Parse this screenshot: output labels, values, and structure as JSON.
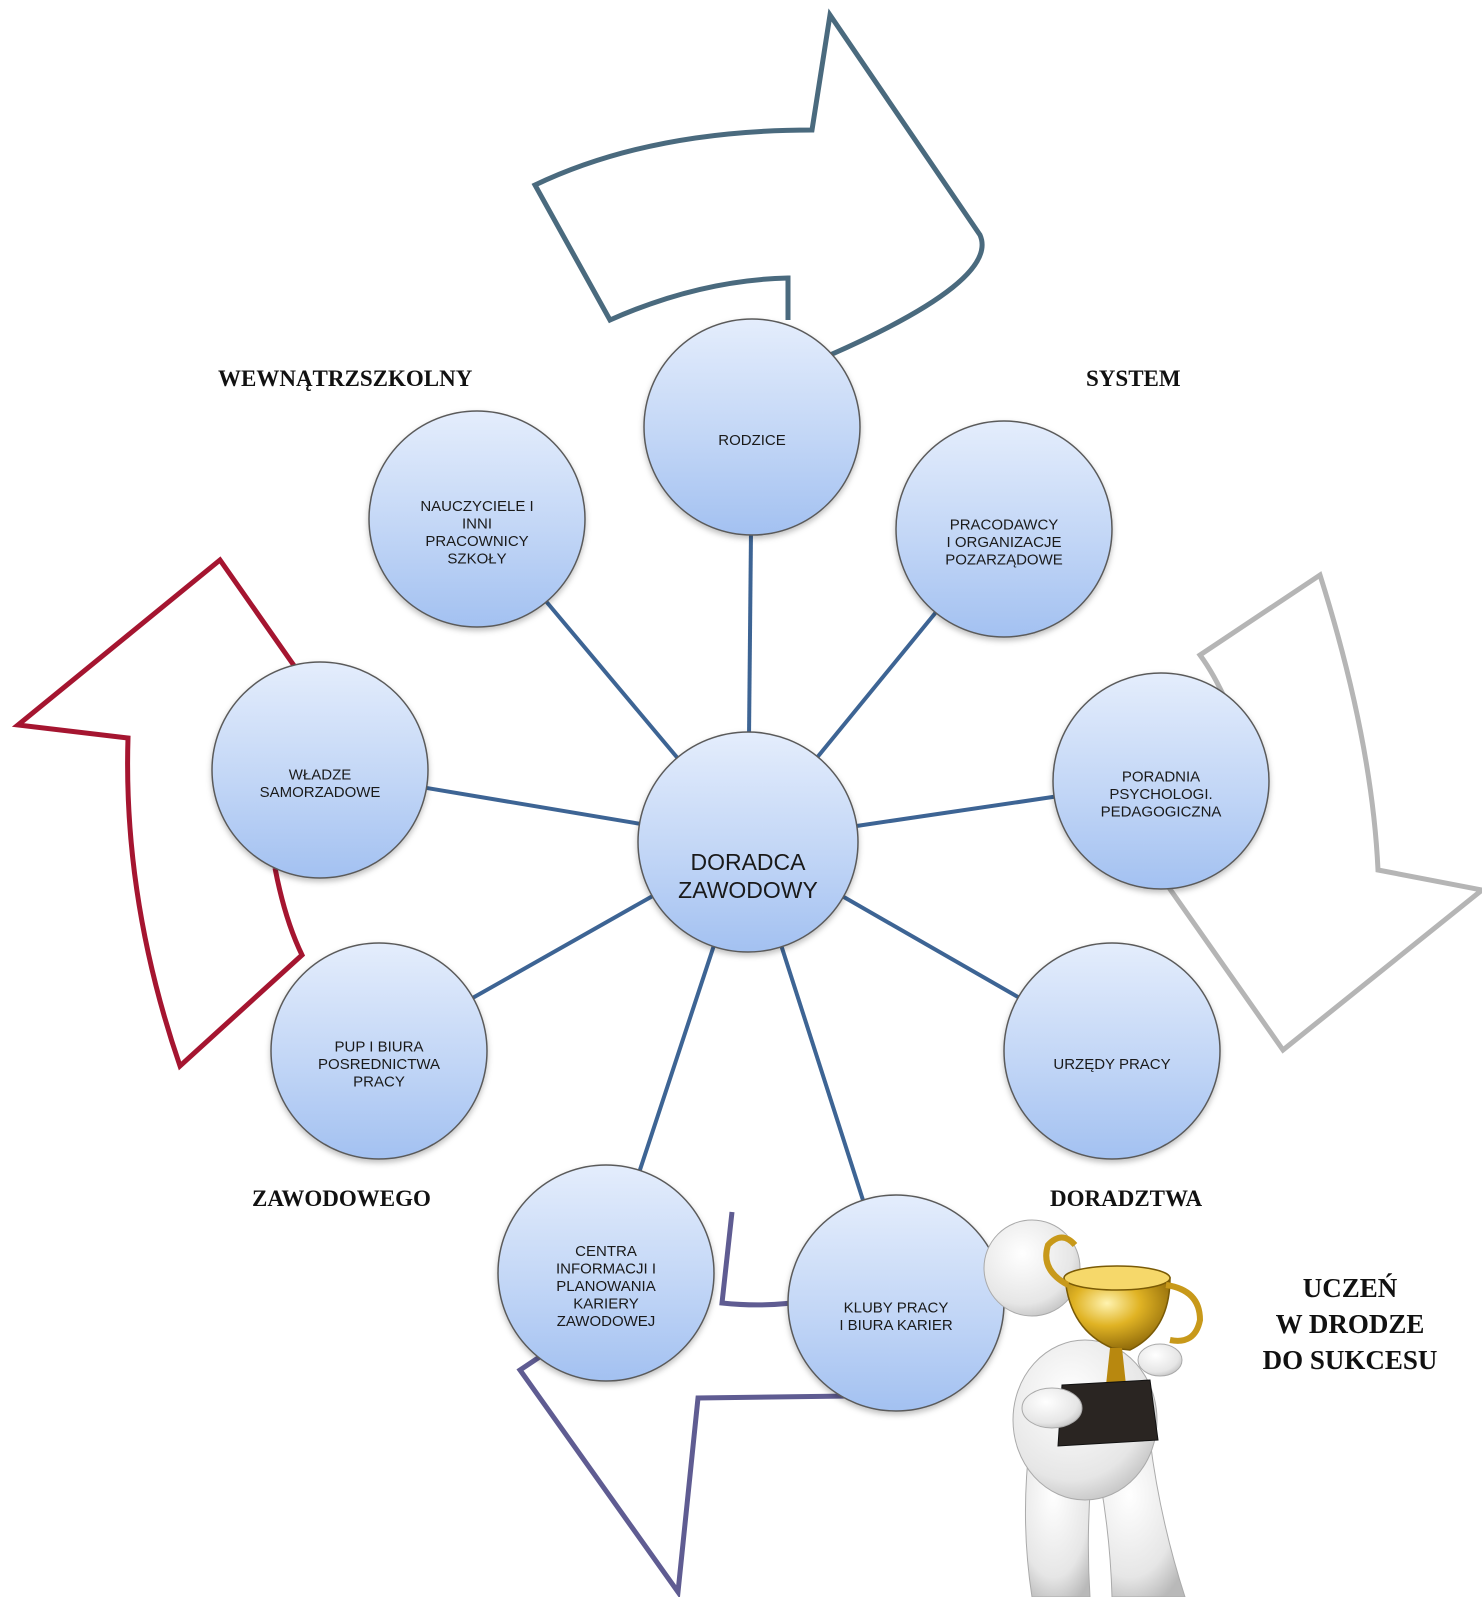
{
  "center": {
    "lines": [
      "DORADCA",
      "ZAWODOWY"
    ]
  },
  "nodes": [
    {
      "id": "rodzice",
      "lines": [
        "RODZICE"
      ]
    },
    {
      "id": "pracodawcy",
      "lines": [
        "PRACODAWCY",
        "I ORGANIZACJE",
        "POZARZĄDOWE"
      ]
    },
    {
      "id": "poradnia",
      "lines": [
        "PORADNIA",
        "PSYCHOLOGI.",
        "PEDAGOGICZNA"
      ]
    },
    {
      "id": "urzedy",
      "lines": [
        "URZĘDY PRACY"
      ]
    },
    {
      "id": "kluby",
      "lines": [
        "KLUBY PRACY",
        "I BIURA KARIER"
      ]
    },
    {
      "id": "centra",
      "lines": [
        "CENTRA",
        "INFORMACJI I",
        "PLANOWANIA",
        "KARIERY",
        "ZAWODOWEJ"
      ]
    },
    {
      "id": "pup",
      "lines": [
        "PUP I BIURA",
        "POSREDNICTWA",
        "PRACY"
      ]
    },
    {
      "id": "wladze",
      "lines": [
        "WŁADZE",
        "SAMORZADOWE"
      ]
    },
    {
      "id": "nauczyciele",
      "lines": [
        "NAUCZYCIELE I",
        "INNI",
        "PRACOWNICY",
        "SZKOŁY"
      ]
    }
  ],
  "labels": {
    "top_left": "WEWNĄTRZSZKOLNY",
    "top_right": "SYSTEM",
    "bottom_left": "ZAWODOWEGO",
    "bottom_right": "DORADZTWA"
  },
  "slogan": [
    "UCZEŃ",
    "W DRODZE",
    "DO SUKCESU"
  ],
  "colors": {
    "arrow_top": "#4a6a7e",
    "arrow_left": "#a51530",
    "arrow_right": "#b5b5b5",
    "arrow_bottom": "#5f5c92",
    "connector": "#3d6494",
    "circle_top": "#dfe9fb",
    "circle_bottom": "#a6c4f2"
  },
  "illustration": {
    "name": "figure-holding-trophy-illustration"
  }
}
